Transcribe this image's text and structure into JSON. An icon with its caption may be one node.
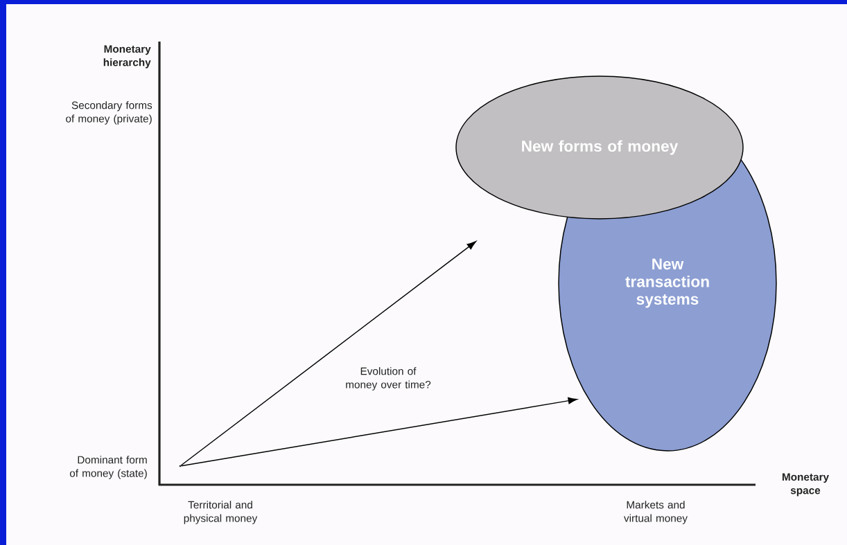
{
  "diagram": {
    "nodes": [
      {
        "text": [
          "New forms of money"
        ]
      },
      {
        "text": [
          "New transaction systems"
        ]
      },
      {
        "text": [],
        "shape": "point"
      }
    ],
    "edges": [
      {
        "from": 2,
        "to": 0,
        "arrow": "to"
      },
      {
        "from": 2,
        "to": 1,
        "arrow": "to"
      }
    ],
    "labels": [
      "Monetary hierarchy",
      "Secondary forms of money (private)",
      "Evolution of money over time?",
      "Dominant form of money (state)",
      "Monetary space",
      "Territorial and physical money",
      "Markets and virtual money"
    ]
  }
}
